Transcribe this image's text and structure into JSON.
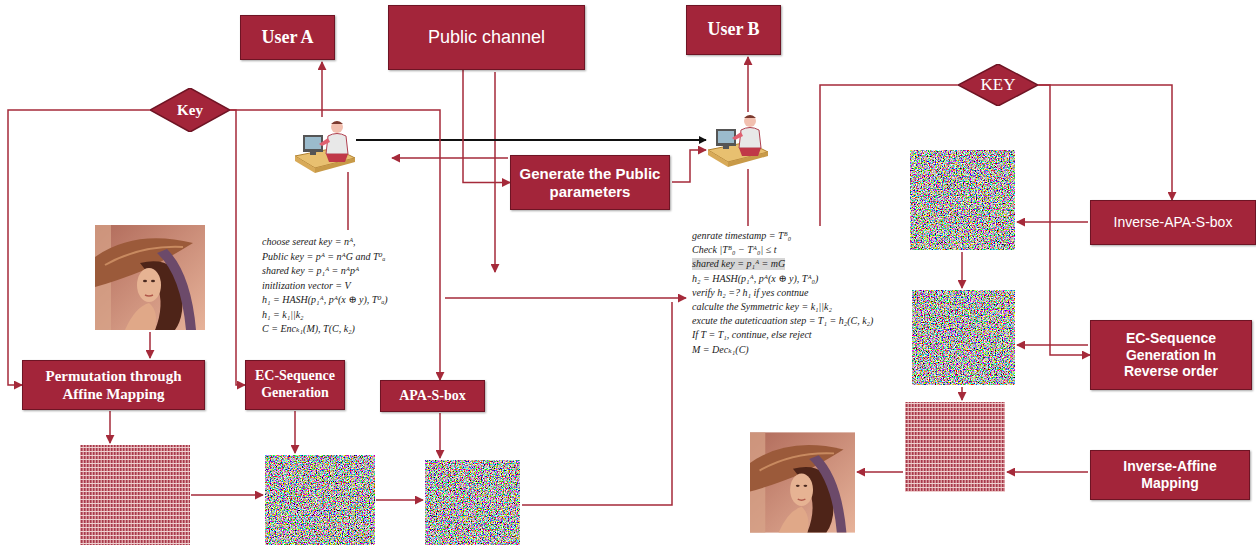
{
  "diagram": {
    "nodes": [
      {
        "text": [
          "User A"
        ]
      },
      {
        "text": [
          "Public channel"
        ]
      },
      {
        "text": [
          "User B"
        ]
      },
      {
        "text": [
          "Key"
        ]
      },
      {
        "text": [
          "KEY"
        ]
      },
      {
        "text": [
          "Generate the Public parameters"
        ]
      },
      {
        "text": [
          "Inverse-APA-S-box"
        ]
      },
      {
        "text": [
          "EC-Sequence Generation In Reverse order"
        ]
      },
      {
        "text": [
          "Permutation through Affine Mapping"
        ]
      },
      {
        "text": [
          "EC-Sequence Generation"
        ]
      },
      {
        "text": [
          "APA-S-box"
        ]
      },
      {
        "text": [
          "Inverse-Affine Mapping"
        ]
      }
    ],
    "edges": [
      {
        "from": 1,
        "to": 5,
        "arrow": "to"
      },
      {
        "from": 3,
        "to": 8,
        "arrow": "to"
      },
      {
        "from": 3,
        "to": 9,
        "arrow": "to"
      },
      {
        "from": 3,
        "to": 10,
        "arrow": "to"
      },
      {
        "from": 4,
        "to": 6,
        "arrow": "to"
      },
      {
        "from": 4,
        "to": 7,
        "arrow": "to"
      }
    ],
    "labels": [
      "choose sereat key = nᴬ,",
      "Public key = pᴬ = nᴬG and T⁰ₐ",
      "shared key = p₁ᴬ = nᴬpᴬ",
      "initlization vector = V",
      "h₁ = HASH(p₁ᴬ, pᴬ(x ⊕ y), T⁰ₐ)",
      "h₁ = k₁||k₂",
      "C = Encₖ₁(M), T(C, k₂)",
      "genrate timestamp = Tᴮ₀",
      "Check |Tᴮ₀ − Tᴬ₀| ≤ t",
      "shared key = p₁ᴬ = mG",
      "h₂ = HASH(p₁ᴬ, pᴬ(x ⊕ y), Tᴬ₀)",
      "verify h₂ =? h₁ if yes contnue",
      "calculte the Symmetric key = k₁||k₂",
      "excute the auteticaation step = T₁ = h₂(C, k₂)",
      "If T = T₁, continue, else reject",
      "M = Decₖ₁(C)"
    ]
  }
}
